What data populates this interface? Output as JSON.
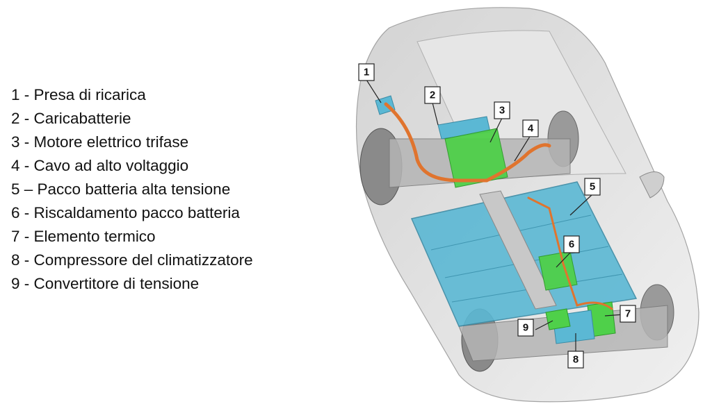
{
  "legend": [
    {
      "num": "1",
      "text": "1 - Presa di ricarica"
    },
    {
      "num": "2",
      "text": "2 - Caricabatterie"
    },
    {
      "num": "3",
      "text": "3 - Motore elettrico trifase"
    },
    {
      "num": "4",
      "text": "4 - Cavo ad alto voltaggio"
    },
    {
      "num": "5",
      "text": "5 – Pacco batteria alta tensione"
    },
    {
      "num": "6",
      "text": "6 - Riscaldamento pacco batteria"
    },
    {
      "num": "7",
      "text": "7 - Elemento termico"
    },
    {
      "num": "8",
      "text": "8 - Compressore del climatizzatore"
    },
    {
      "num": "9",
      "text": "9 - Convertitore di tensione"
    }
  ],
  "callouts": [
    "1",
    "2",
    "3",
    "4",
    "5",
    "6",
    "7",
    "8",
    "9"
  ],
  "colors": {
    "battery": "#5bb8d4",
    "motor": "#4fd04a",
    "cable": "#e0742e",
    "body": "#d9d9d9"
  }
}
